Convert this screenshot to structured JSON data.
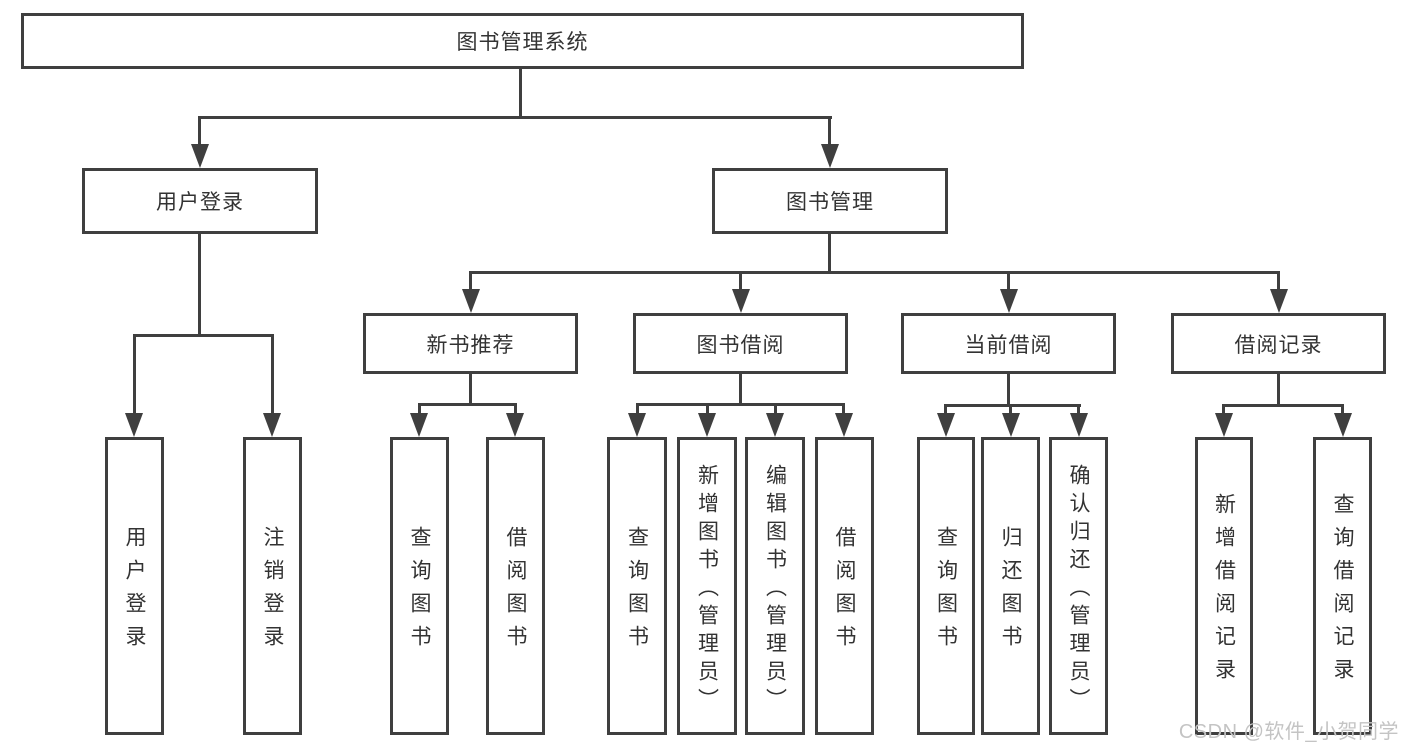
{
  "diagram": {
    "root": {
      "label": "图书管理系统"
    },
    "branches": [
      {
        "label": "用户登录",
        "children": [
          {
            "label": "用户登录"
          },
          {
            "label": "注销登录"
          }
        ]
      },
      {
        "label": "图书管理",
        "children": [
          {
            "label": "新书推荐",
            "children": [
              {
                "label": "查询图书"
              },
              {
                "label": "借阅图书"
              }
            ]
          },
          {
            "label": "图书借阅",
            "children": [
              {
                "label": "查询图书"
              },
              {
                "label": "新增图书（管理员）"
              },
              {
                "label": "编辑图书（管理员）"
              },
              {
                "label": "借阅图书"
              }
            ]
          },
          {
            "label": "当前借阅",
            "children": [
              {
                "label": "查询图书"
              },
              {
                "label": "归还图书"
              },
              {
                "label": "确认归还（管理员）"
              }
            ]
          },
          {
            "label": "借阅记录",
            "children": [
              {
                "label": "新增借阅记录"
              },
              {
                "label": "查询借阅记录"
              }
            ]
          }
        ]
      }
    ],
    "colors": {
      "line": "#3f3f3f",
      "text": "#333333",
      "background": "#ffffff",
      "watermark": "#c4c4c4"
    }
  },
  "watermark": {
    "text": "CSDN @软件_小贺同学"
  }
}
